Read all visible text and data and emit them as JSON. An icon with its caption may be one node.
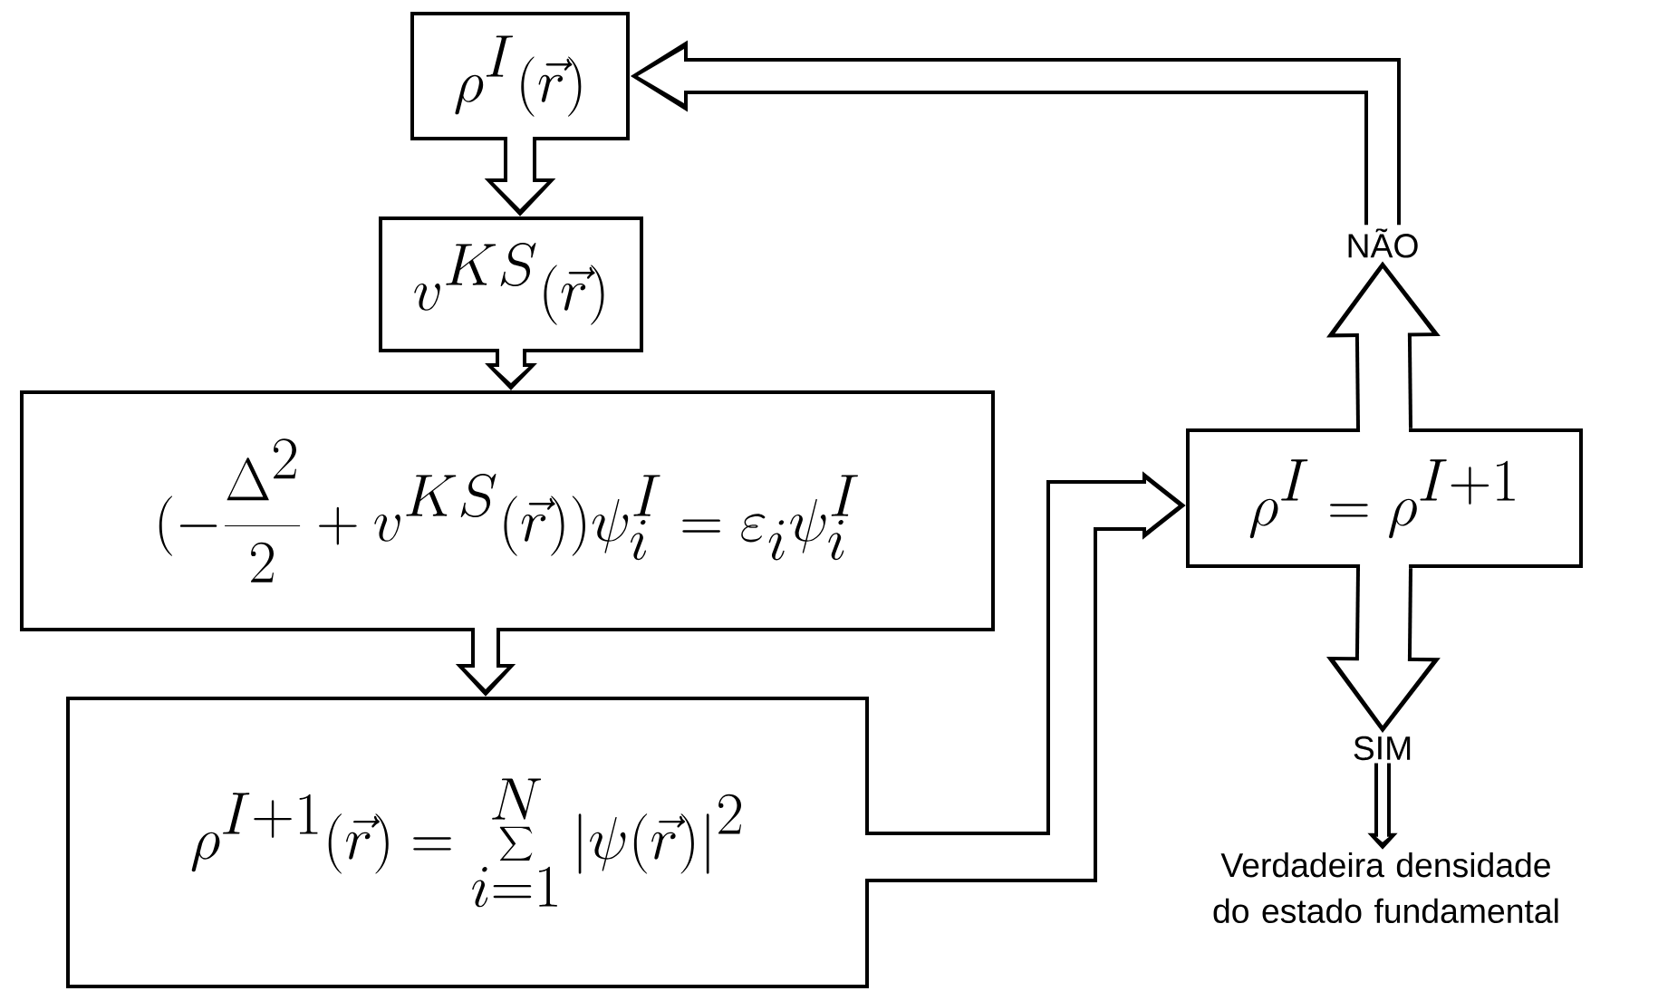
{
  "diagram": {
    "nodes": [
      {
        "text": [
          "\\rho^I(\\vec{r})"
        ]
      },
      {
        "text": [
          "v^{KS}(\\vec{r})"
        ]
      },
      {
        "text": [
          "(-\\frac{\\Delta^2}{2}+v^{KS}(\\vec{r}))\\psi_i^I=\\varepsilon_i\\psi_i^I"
        ]
      },
      {
        "text": [
          "\\rho^{I+1}(\\vec{r})=\\sum_{i=1}^{N}|\\psi(\\vec{r})|^2"
        ]
      },
      {
        "text": [
          "\\rho^I=\\rho^{I+1}"
        ]
      },
      {
        "text": [
          "NÃO"
        ]
      },
      {
        "text": [
          "SIM"
        ]
      },
      {
        "text": [
          "Verdadeira densidade do estado fundamental"
        ]
      }
    ],
    "edges": [
      {
        "from": 0,
        "to": 1,
        "arrow": "to"
      },
      {
        "from": 1,
        "to": 2,
        "arrow": "to"
      },
      {
        "from": 2,
        "to": 3,
        "arrow": "to"
      },
      {
        "from": 3,
        "to": 4,
        "arrow": "to"
      },
      {
        "from": 4,
        "to": 5,
        "arrow": "to",
        "style": "thick"
      },
      {
        "from": 5,
        "to": 0,
        "arrow": "to"
      },
      {
        "from": 4,
        "to": 6,
        "arrow": "to",
        "style": "thick"
      },
      {
        "from": 6,
        "to": 7,
        "arrow": "to"
      }
    ]
  }
}
